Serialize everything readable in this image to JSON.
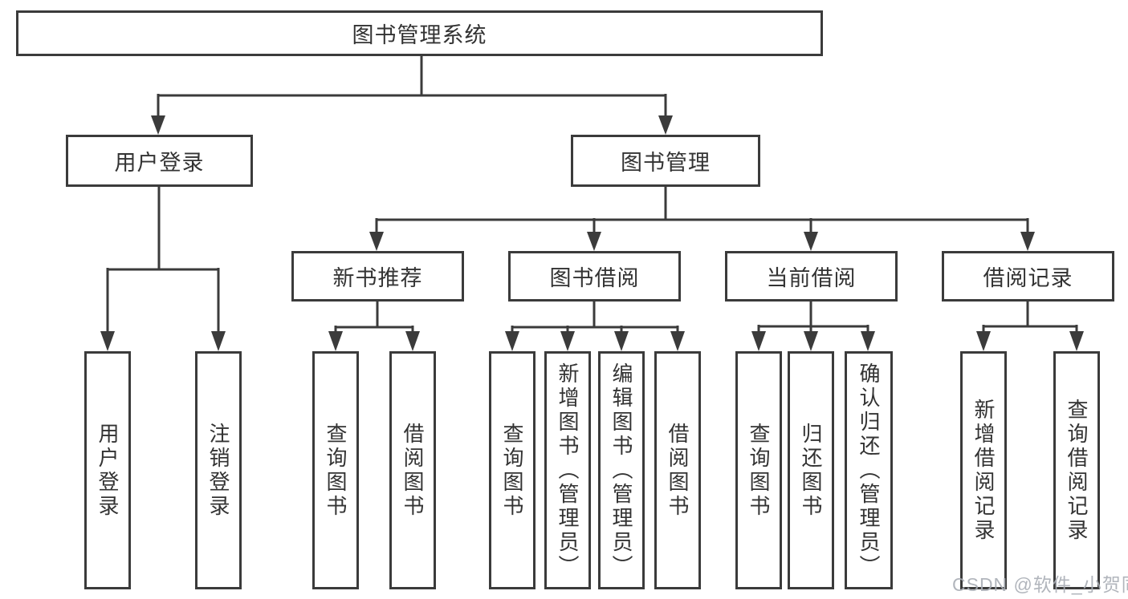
{
  "nodes": {
    "root": {
      "label": "图书管理系统"
    },
    "level2": [
      {
        "label": "用户登录",
        "parent": "图书管理系统"
      },
      {
        "label": "图书管理",
        "parent": "图书管理系统"
      }
    ],
    "level3": [
      {
        "label": "新书推荐",
        "parent": "图书管理"
      },
      {
        "label": "图书借阅",
        "parent": "图书管理"
      },
      {
        "label": "当前借阅",
        "parent": "图书管理"
      },
      {
        "label": "借阅记录",
        "parent": "图书管理"
      }
    ],
    "leaves": [
      {
        "label": "用户登录",
        "parent": "用户登录"
      },
      {
        "label": "注销登录",
        "parent": "用户登录"
      },
      {
        "label": "查询图书",
        "parent": "新书推荐"
      },
      {
        "label": "借阅图书",
        "parent": "新书推荐"
      },
      {
        "label": "查询图书",
        "parent": "图书借阅"
      },
      {
        "label": "新增图书（管理员）",
        "parent": "图书借阅"
      },
      {
        "label": "编辑图书（管理员）",
        "parent": "图书借阅"
      },
      {
        "label": "借阅图书",
        "parent": "图书借阅"
      },
      {
        "label": "查询图书",
        "parent": "当前借阅"
      },
      {
        "label": "归还图书",
        "parent": "当前借阅"
      },
      {
        "label": "确认归还（管理员）",
        "parent": "当前借阅"
      },
      {
        "label": "新增借阅记录",
        "parent": "借阅记录"
      },
      {
        "label": "查询借阅记录",
        "parent": "借阅记录"
      }
    ]
  },
  "watermark": {
    "text": "CSDN @软件_小贺同学"
  },
  "colors": {
    "line": "#3b3b3b",
    "text": "#333333",
    "background": "#ffffff",
    "watermark": "#a9aeb5"
  }
}
